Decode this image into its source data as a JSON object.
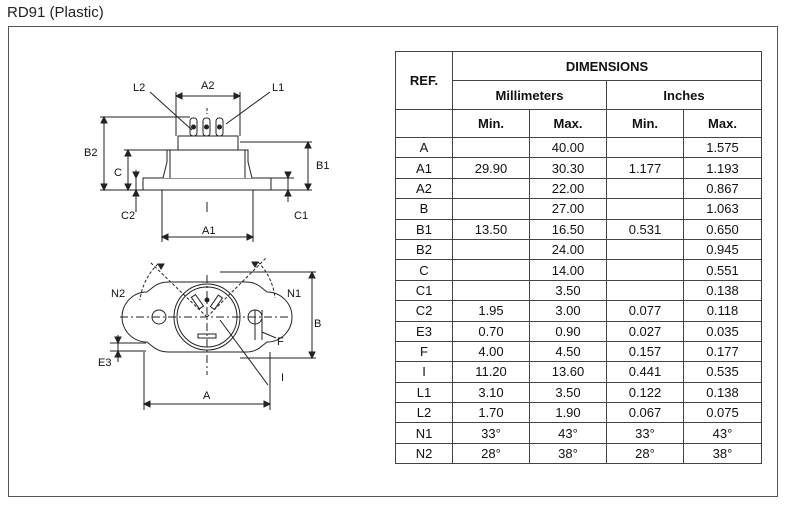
{
  "title": "RD91 (Plastic)",
  "drawing_labels": {
    "L2": "L2",
    "A2": "A2",
    "L1": "L1",
    "B2": "B2",
    "B1": "B1",
    "C": "C",
    "C2": "C2",
    "C1": "C1",
    "A1": "A1",
    "N2": "N2",
    "N1": "N1",
    "B": "B",
    "E3": "E3",
    "F": "F",
    "I": "I",
    "A": "A"
  },
  "table": {
    "ref_header": "REF.",
    "dimensions_header": "DIMENSIONS",
    "mm_header": "Millimeters",
    "in_header": "Inches",
    "min_label": "Min.",
    "max_label": "Max.",
    "rows": [
      {
        "ref": "A",
        "mm_min": "",
        "mm_max": "40.00",
        "in_min": "",
        "in_max": "1.575"
      },
      {
        "ref": "A1",
        "mm_min": "29.90",
        "mm_max": "30.30",
        "in_min": "1.177",
        "in_max": "1.193"
      },
      {
        "ref": "A2",
        "mm_min": "",
        "mm_max": "22.00",
        "in_min": "",
        "in_max": "0.867"
      },
      {
        "ref": "B",
        "mm_min": "",
        "mm_max": "27.00",
        "in_min": "",
        "in_max": "1.063"
      },
      {
        "ref": "B1",
        "mm_min": "13.50",
        "mm_max": "16.50",
        "in_min": "0.531",
        "in_max": "0.650"
      },
      {
        "ref": "B2",
        "mm_min": "",
        "mm_max": "24.00",
        "in_min": "",
        "in_max": "0.945"
      },
      {
        "ref": "C",
        "mm_min": "",
        "mm_max": "14.00",
        "in_min": "",
        "in_max": "0.551"
      },
      {
        "ref": "C1",
        "mm_min": "",
        "mm_max": "3.50",
        "in_min": "",
        "in_max": "0.138"
      },
      {
        "ref": "C2",
        "mm_min": "1.95",
        "mm_max": "3.00",
        "in_min": "0.077",
        "in_max": "0.118"
      },
      {
        "ref": "E3",
        "mm_min": "0.70",
        "mm_max": "0.90",
        "in_min": "0.027",
        "in_max": "0.035"
      },
      {
        "ref": "F",
        "mm_min": "4.00",
        "mm_max": "4.50",
        "in_min": "0.157",
        "in_max": "0.177"
      },
      {
        "ref": "I",
        "mm_min": "11.20",
        "mm_max": "13.60",
        "in_min": "0.441",
        "in_max": "0.535"
      },
      {
        "ref": "L1",
        "mm_min": "3.10",
        "mm_max": "3.50",
        "in_min": "0.122",
        "in_max": "0.138"
      },
      {
        "ref": "L2",
        "mm_min": "1.70",
        "mm_max": "1.90",
        "in_min": "0.067",
        "in_max": "0.075"
      },
      {
        "ref": "N1",
        "mm_min": "33°",
        "mm_max": "43°",
        "in_min": "33°",
        "in_max": "43°"
      },
      {
        "ref": "N2",
        "mm_min": "28°",
        "mm_max": "38°",
        "in_min": "28°",
        "in_max": "38°"
      }
    ]
  }
}
